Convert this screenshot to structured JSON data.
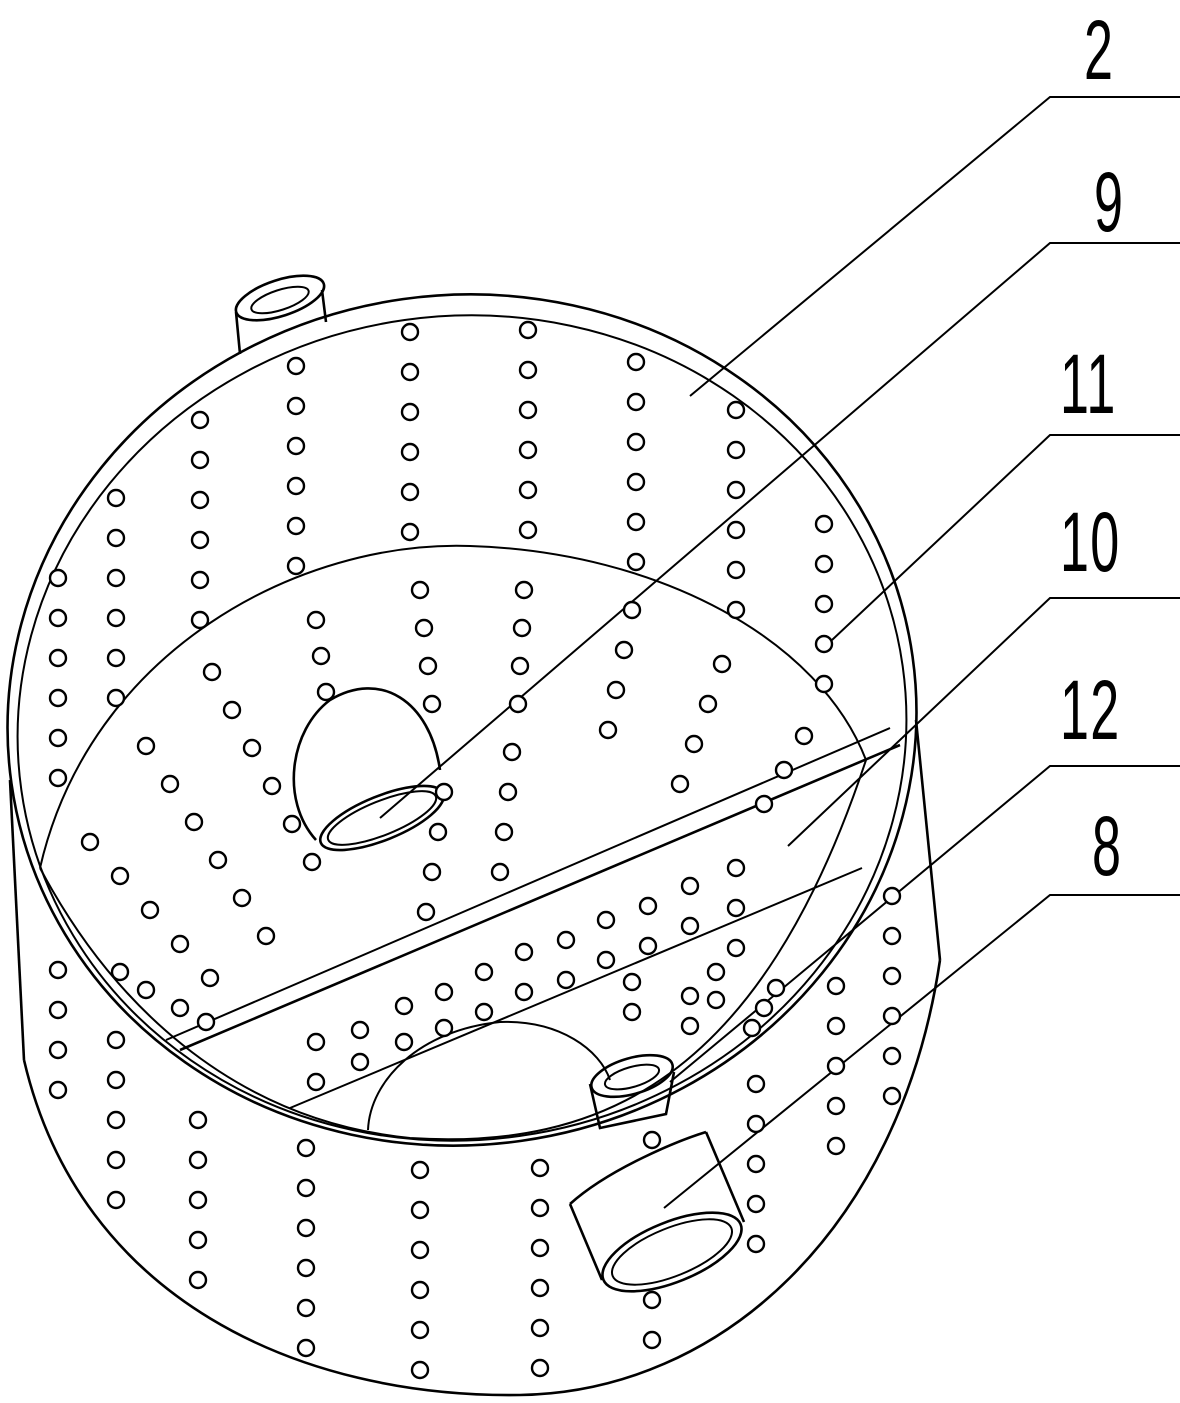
{
  "figure": {
    "kind": "patent-drawing",
    "labels": [
      {
        "id": "label-2",
        "text": "2"
      },
      {
        "id": "label-9",
        "text": "9"
      },
      {
        "id": "label-11",
        "text": "11"
      },
      {
        "id": "label-10",
        "text": "10"
      },
      {
        "id": "label-12",
        "text": "12"
      },
      {
        "id": "label-8",
        "text": "8"
      }
    ]
  }
}
